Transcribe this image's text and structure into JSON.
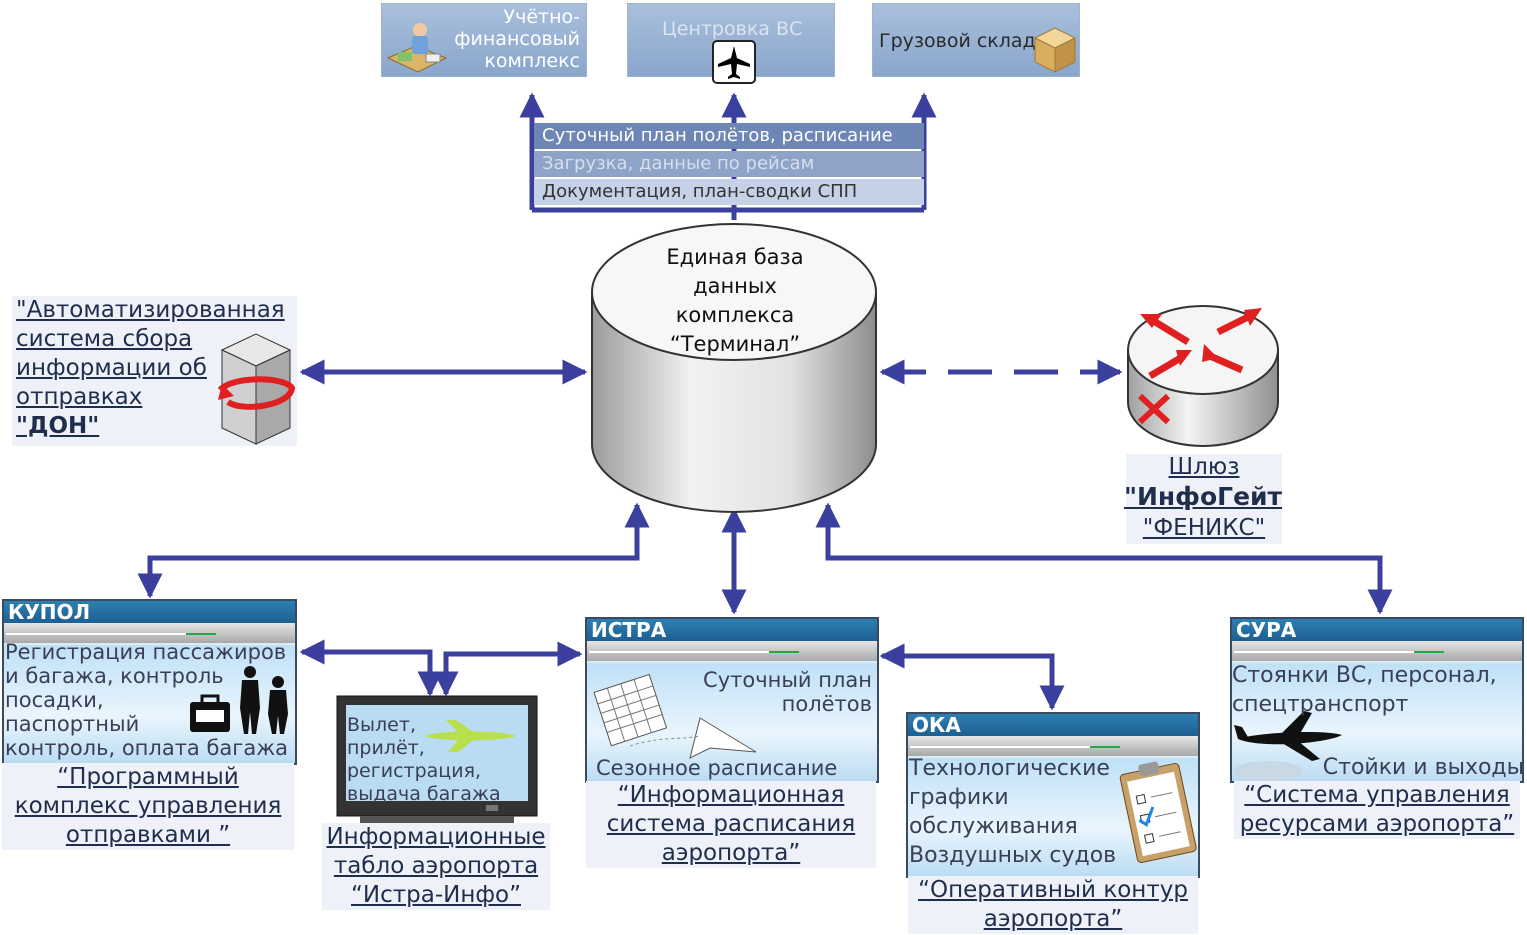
{
  "top_boxes": {
    "finance": "Учётно-\nфинансовый\nкомплекс",
    "centering": "Центровка ВС",
    "cargo": "Грузовой склад"
  },
  "flows": [
    "Суточный план полётов, расписание",
    "Загрузка, данные по рейсам",
    "Документация, план-сводки СПП"
  ],
  "database": "Единая база\nданных\nкомплекса\n“Терминал”",
  "don": {
    "caption": "\"Автоматизированная\nсистема сбора\nинформации об\nотправках",
    "name": "\"ДОН\""
  },
  "gateway": {
    "line1": "Шлюз",
    "line2": "\"ИнфоГейт",
    "line3": "\"ФЕНИКС\""
  },
  "kupol": {
    "title": "КУПОЛ",
    "text": "Регистрация пассажиров\nи багажа, контроль\nпосадки,\nпаспортный\nконтроль, оплата багажа",
    "caption": "“Программный\nкомплекс управления\nотправками ”"
  },
  "istra_info": {
    "text": "Вылет,\nприлёт,\nрегистрация,\nвыдача багажа",
    "caption": "Информационные\nтабло аэропорта\n“Истра-Инфо”"
  },
  "istra": {
    "title": "ИСТРА",
    "text1": "Суточный план\nполётов",
    "text2": "Сезонное расписание",
    "caption": "“Информационная\nсистема расписания\nаэропорта”"
  },
  "oka": {
    "title": "ОКА",
    "text": "Технологические\nграфики\nобслуживания\nВоздушных судов",
    "caption": "“Оперативный контур\nаэропорта”"
  },
  "sura": {
    "title": "СУРА",
    "text1": "Стоянки ВС, персонал,\nспецтранспорт",
    "text2": "Стойки и выходы",
    "caption": "“Система управления\nресурсами аэропорта”"
  },
  "colors": {
    "arrow": "#3b3f9e",
    "title_bar": "#1d5f92",
    "box": "#a9bfdc"
  }
}
